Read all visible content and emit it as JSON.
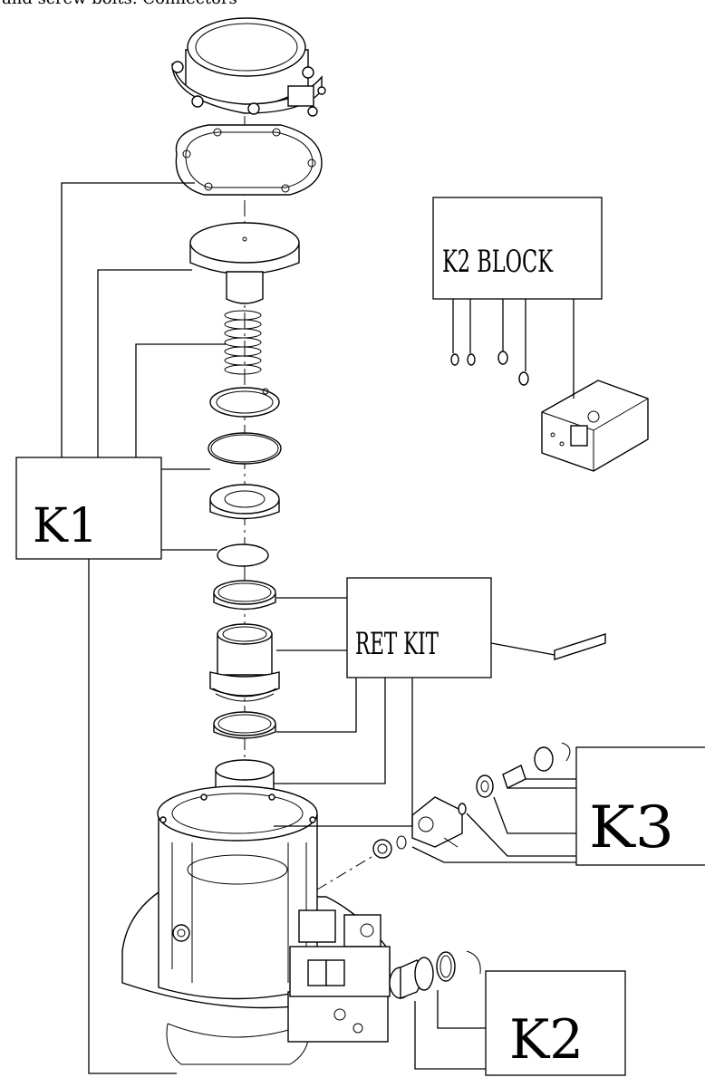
{
  "header": {
    "caption": "and screw bolts. Connectors"
  },
  "kits": {
    "k1": "K1",
    "k2_block": "K2 BLOCK",
    "ret_kit": "RET KIT",
    "k3": "K3",
    "k2": "K2"
  },
  "colors": {
    "line": "#000000",
    "background": "#ffffff"
  }
}
